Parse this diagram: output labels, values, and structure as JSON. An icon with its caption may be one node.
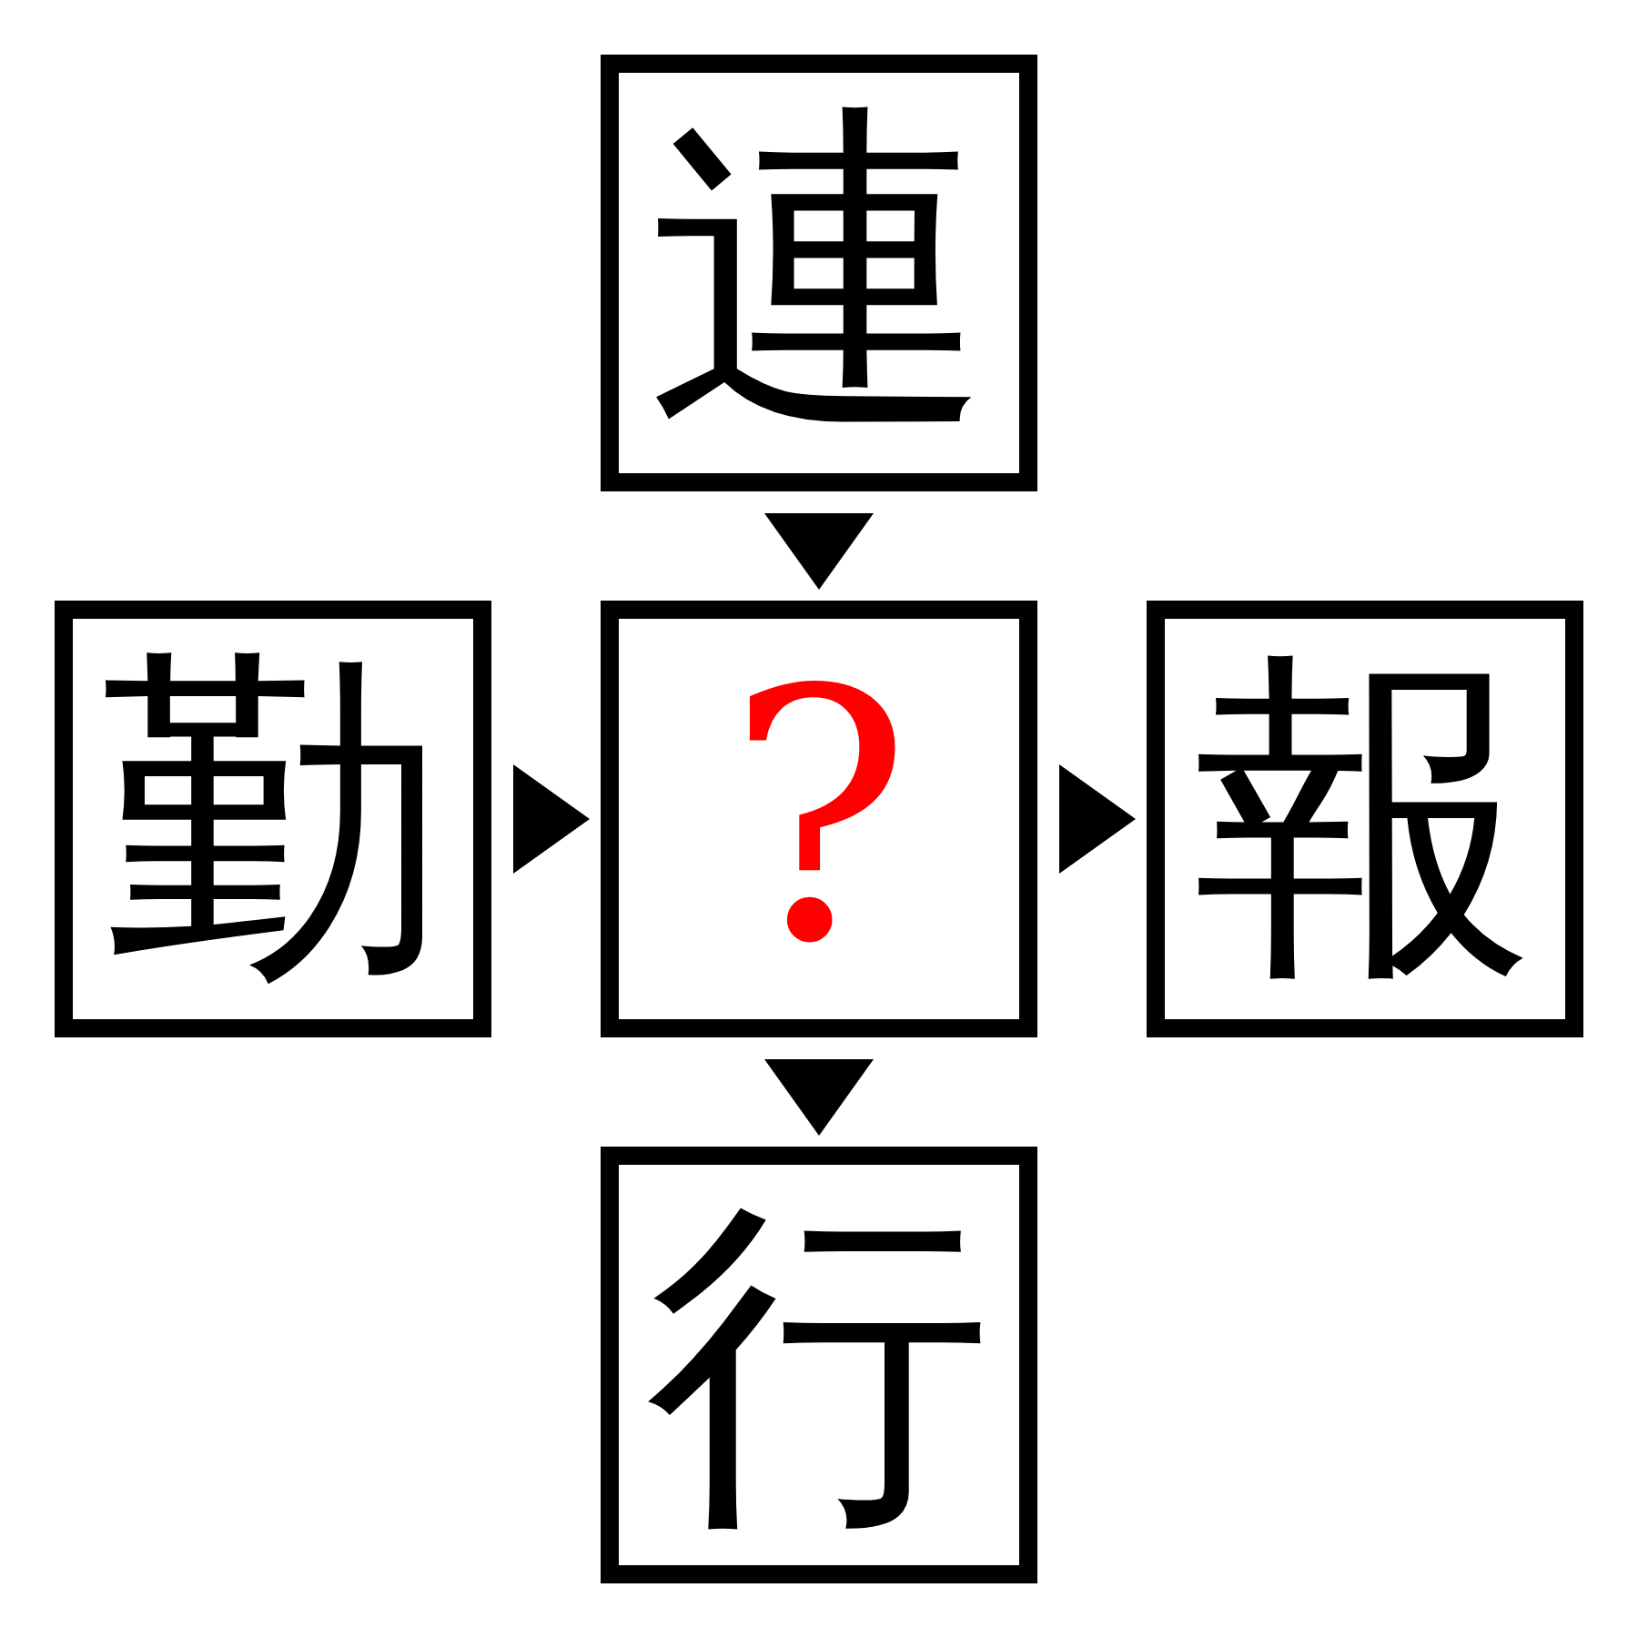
{
  "diagram": {
    "nodes": [
      {
        "text": [
          "連"
        ]
      },
      {
        "text": [
          "勤"
        ]
      },
      {
        "text": [
          "?"
        ]
      },
      {
        "text": [
          "報"
        ]
      },
      {
        "text": [
          "行"
        ]
      }
    ],
    "edges": [
      {
        "from": 0,
        "to": 2,
        "arrow": "to"
      },
      {
        "from": 1,
        "to": 2,
        "arrow": "to"
      },
      {
        "from": 2,
        "to": 3,
        "arrow": "to"
      },
      {
        "from": 2,
        "to": 4,
        "arrow": "to"
      }
    ]
  }
}
